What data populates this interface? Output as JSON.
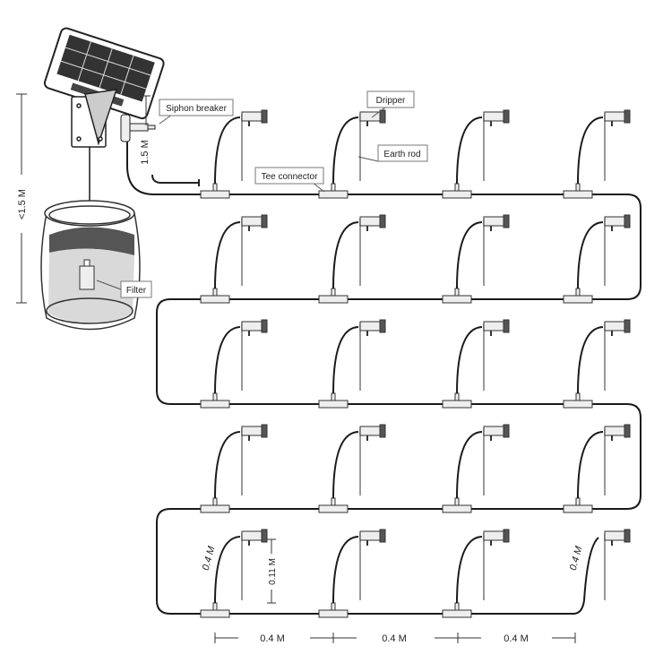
{
  "labels": {
    "siphon_breaker": "Siphon breaker",
    "dripper": "Dripper",
    "earth_rod": "Earth rod",
    "tee_connector": "Tee connector",
    "filter": "Filter"
  },
  "dimensions": {
    "tank_height": "<1.5 M",
    "riser_height": "1.5 M",
    "dripper_tube_left": "0.4 M",
    "dripper_tube_right": "0.4 M",
    "rod_height": "0.11 M",
    "spacing": [
      "0.4 M",
      "0.4 M",
      "0.4 M"
    ]
  },
  "colors": {
    "line": "#1a1a1a",
    "water_dark": "#555555",
    "water_light": "#d9d9d9"
  }
}
